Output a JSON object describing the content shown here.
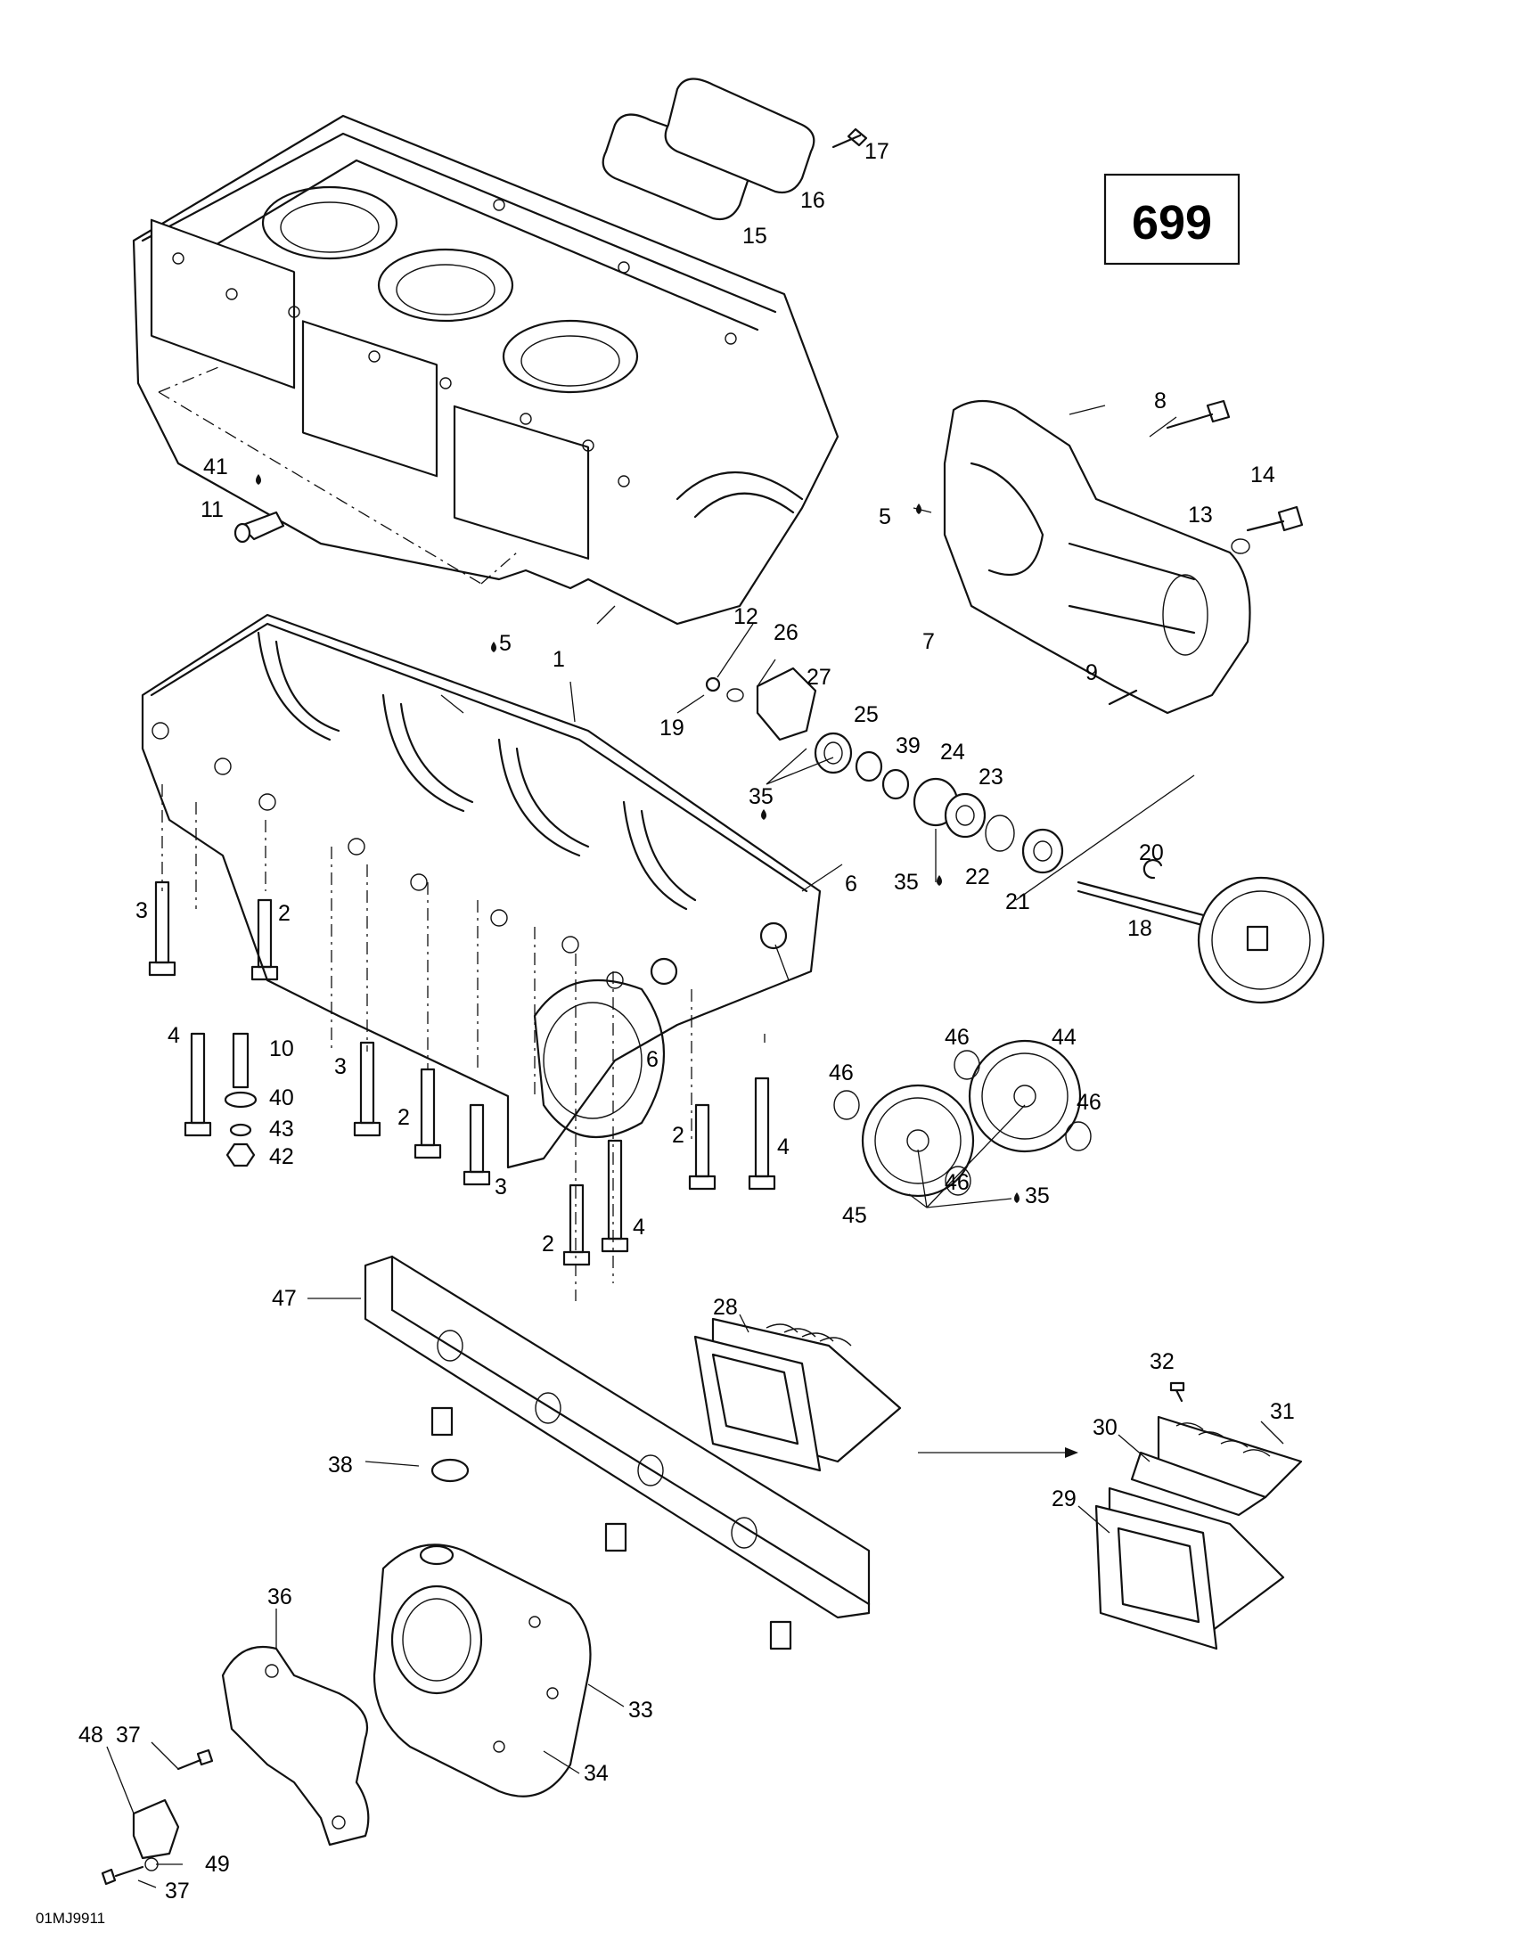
{
  "diagram": {
    "page_number": "699",
    "figure_ref": "01MJ9911",
    "callouts": {
      "c1": "1",
      "c2a": "2",
      "c2b": "2",
      "c2c": "2",
      "c2d": "2",
      "c3a": "3",
      "c3b": "3",
      "c3c": "3",
      "c4a": "4",
      "c4b": "4",
      "c4c": "4",
      "c5a": "5",
      "c5b": "5",
      "c6a": "6",
      "c6b": "6",
      "c7": "7",
      "c8": "8",
      "c9": "9",
      "c10": "10",
      "c11": "11",
      "c12": "12",
      "c13": "13",
      "c14": "14",
      "c15": "15",
      "c16": "16",
      "c17": "17",
      "c18": "18",
      "c19": "19",
      "c20": "20",
      "c21": "21",
      "c22": "22",
      "c23": "23",
      "c24": "24",
      "c25": "25",
      "c26": "26",
      "c27": "27",
      "c28": "28",
      "c29": "29",
      "c30": "30",
      "c31": "31",
      "c32": "32",
      "c33": "33",
      "c34": "34",
      "c35a": "35",
      "c35b": "35",
      "c35c": "35",
      "c36": "36",
      "c37a": "37",
      "c37b": "37",
      "c38": "38",
      "c39": "39",
      "c40": "40",
      "c41": "41",
      "c42": "42",
      "c43": "43",
      "c44": "44",
      "c45": "45",
      "c46a": "46",
      "c46b": "46",
      "c46c": "46",
      "c46d": "46",
      "c47": "47",
      "c48": "48",
      "c49": "49"
    }
  }
}
